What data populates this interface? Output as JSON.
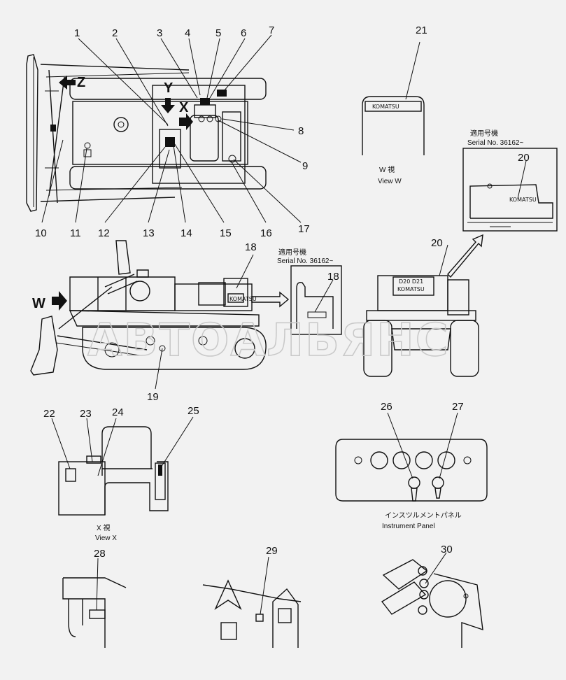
{
  "callouts": {
    "c1": "1",
    "c2": "2",
    "c3": "3",
    "c4": "4",
    "c5": "5",
    "c6": "6",
    "c7": "7",
    "c8": "8",
    "c9": "9",
    "c10": "10",
    "c11": "11",
    "c12": "12",
    "c13": "13",
    "c14": "14",
    "c15": "15",
    "c16": "16",
    "c17": "17",
    "c18": "18",
    "c18b": "18",
    "c19": "19",
    "c20": "20",
    "c20b": "20",
    "c21": "21",
    "c22": "22",
    "c23": "23",
    "c24": "24",
    "c25": "25",
    "c26": "26",
    "c27": "27",
    "c28": "28",
    "c29": "29",
    "c30": "30"
  },
  "arrows": {
    "w": "W",
    "x": "X",
    "y": "Y",
    "z": "Z"
  },
  "views": {
    "view_w_jp": "W 視",
    "view_w": "View W",
    "view_x_jp": "X 視",
    "view_x": "View X",
    "instrument_panel_jp": "インスツルメントパネル",
    "instrument_panel": "Instrument Panel"
  },
  "serials": {
    "serial_jp_1": "適用号機",
    "serial_1": "Serial No. 36162~",
    "serial_jp_2": "適用号機",
    "serial_2": "Serial No. 36162~"
  },
  "plates": {
    "w_plate": "KOMATSU",
    "rear_plate_top": "D20 D21",
    "rear_plate_bottom": "KOMATSU",
    "side_plate": "KOMATSU",
    "box_plate": "KOMATSU"
  },
  "watermark": "АВТОАЛЬЯНС"
}
